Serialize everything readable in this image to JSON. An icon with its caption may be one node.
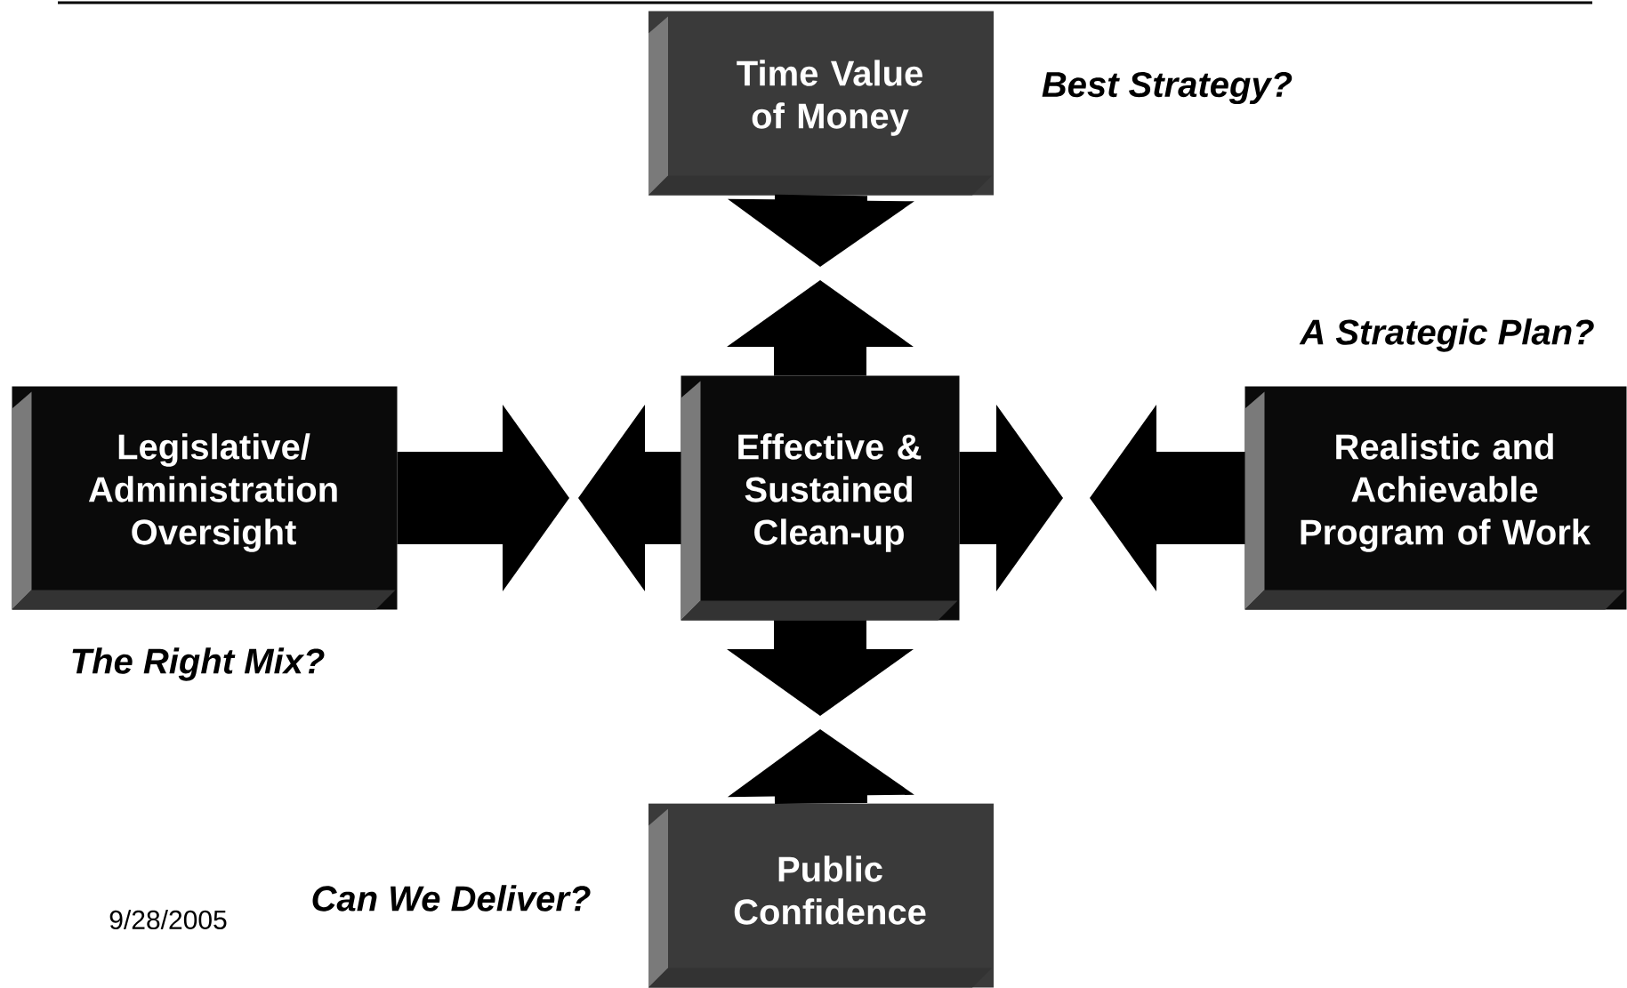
{
  "diagram": {
    "nodes": [
      {
        "text": [
          "Time Value of Money"
        ],
        "beside": [
          "Best Strategy?"
        ]
      },
      {
        "text": [
          "Legislative/ Administration Oversight"
        ],
        "beside": [
          "The Right Mix?"
        ]
      },
      {
        "text": [
          "Effective & Sustained Clean-up"
        ]
      },
      {
        "text": [
          "Realistic and Achievable Program of Work"
        ],
        "beside": [
          "A Strategic Plan?"
        ]
      },
      {
        "text": [
          "Public Confidence"
        ],
        "beside": [
          "Can We Deliver?"
        ]
      }
    ],
    "edges": [
      {
        "from": 0,
        "to": null,
        "arrow": "to"
      },
      {
        "from": 2,
        "to": null,
        "arrow": "to"
      },
      {
        "from": 1,
        "to": null,
        "arrow": "to"
      },
      {
        "from": 2,
        "to": null,
        "arrow": "to"
      },
      {
        "from": 3,
        "to": null,
        "arrow": "to"
      },
      {
        "from": 2,
        "to": null,
        "arrow": "to"
      },
      {
        "from": 4,
        "to": null,
        "arrow": "to"
      },
      {
        "from": 2,
        "to": null,
        "arrow": "to"
      }
    ],
    "labels": [
      "9/28/2005"
    ]
  }
}
